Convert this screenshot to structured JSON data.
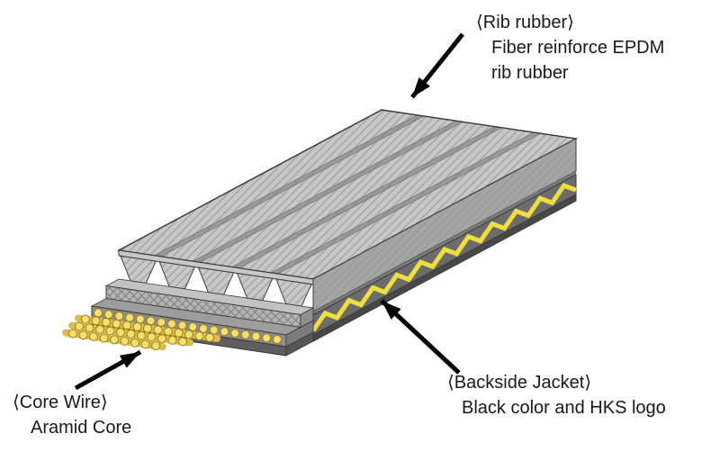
{
  "page": {
    "background": "#ffffff"
  },
  "colors": {
    "belt-gray": "#b9b9b9",
    "rib-top": "#c7c7c7",
    "groove-gray": "#9a9a9a",
    "face-gray": "#c8c8c8",
    "hatch-band": "#b4b4b4",
    "band-top-strip": "#c2c2c2",
    "core-band": "#8d8d8d",
    "core-top-strip": "#9d9d9d",
    "backing-dark": "#5e5e5e",
    "side-upper": "#a5a5a5",
    "side-divider": "#7a7a7a",
    "jacket-gray": "#6c6c6c",
    "jacket-bottom": "#484848",
    "step-side": "#8f8f8f",
    "step-side-core": "#7c7c7c",
    "step-side-back": "#565656",
    "wire-yellow": "#f6df6e",
    "wire-outline": "#9c7d18",
    "cord-yellow": "#dcbc4e",
    "zigzag-yellow": "#eede3e",
    "outline": "#3a3a3a",
    "arrow": "#000000",
    "text": "#1a1a1a"
  },
  "labels": {
    "rib_rubber": {
      "title": "⟨Rib rubber⟩",
      "line2": "Fiber reinforce EPDM",
      "line3": "rib rubber"
    },
    "core_wire": {
      "title": "⟨Core Wire⟩",
      "line2": "Aramid Core"
    },
    "backside_jacket": {
      "title": "⟨Backside Jacket⟩",
      "line2": "Black color and HKS logo"
    }
  }
}
